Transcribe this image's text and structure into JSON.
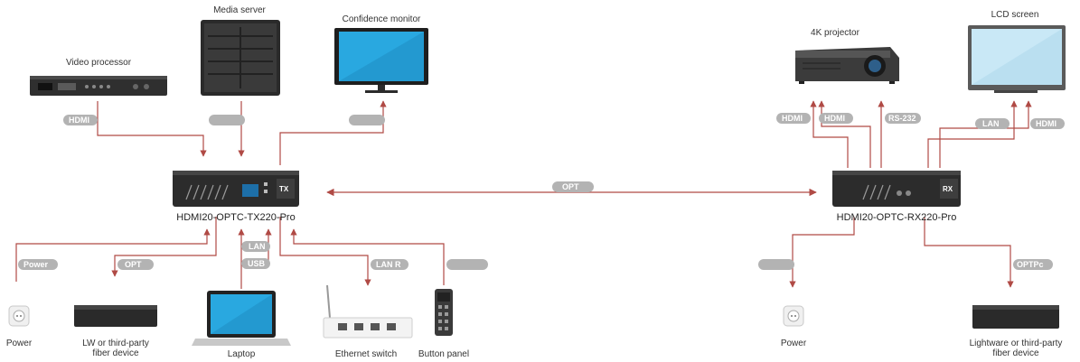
{
  "devices": {
    "video_processor": "Video processor",
    "media_server": "Media server",
    "confidence_monitor": "Confidence monitor",
    "projector": "4K projector",
    "lcd_screen": "LCD screen",
    "transmitter": "HDMI20-OPTC-TX220-Pro",
    "receiver": "HDMI20-OPTC-RX220-Pro",
    "power_left": "Power",
    "fiber_left_line1": "LW or third-party",
    "fiber_left_line2": "fiber device",
    "laptop": "Laptop",
    "ethernet_switch": "Ethernet switch",
    "button_panel": "Button panel",
    "power_right": "Power",
    "fiber_right_line1": "Lightware or third-party",
    "fiber_right_line2": "fiber device"
  },
  "links": {
    "hdmi_video_processor": "HDMI",
    "opt_main": "OPT",
    "hdmi_projector_1": "HDMI",
    "hdmi_projector_2": "HDMI",
    "rs232_projector": "RS-232",
    "lan_lcd": "LAN",
    "hdmi_lcd": "HDMI",
    "power_tx": "Power",
    "opt_fiber_left": "OPT",
    "lan_laptop": "LAN",
    "usb_laptop": "USB",
    "lan_switch": "LAN R",
    "opt_fiber_right": "OPTPc"
  },
  "colors": {
    "wire": "#b04a45",
    "tag": "#b3b3b3"
  }
}
